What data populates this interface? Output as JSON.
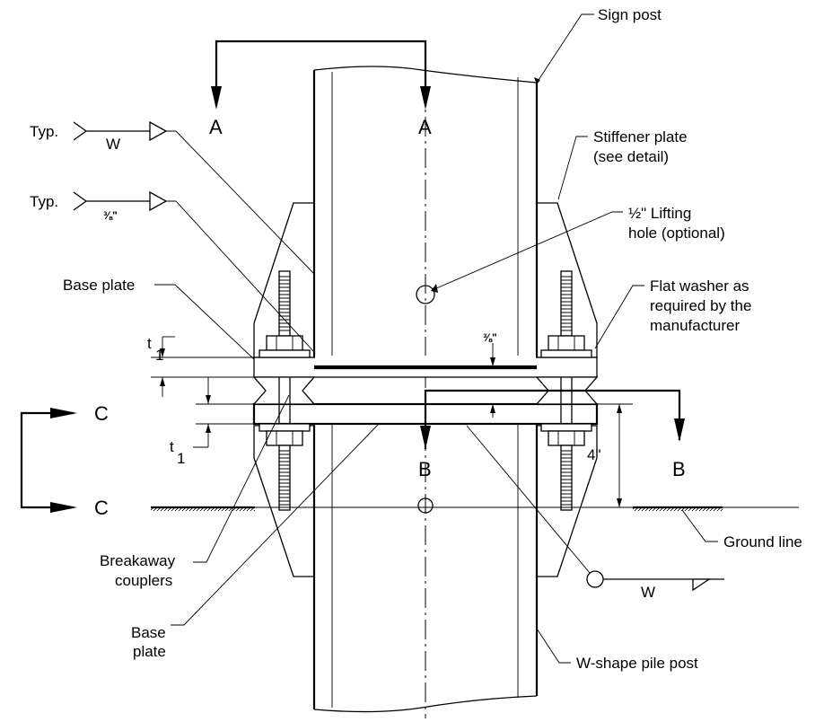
{
  "labels": {
    "sign_post": "Sign post",
    "stiffener_1": "Stiffener plate",
    "stiffener_2": "(see detail)",
    "lifting_1": "½\" Lifting",
    "lifting_2": "hole (optional)",
    "washer_1": "Flat washer as",
    "washer_2": "required by the",
    "washer_3": "manufacturer",
    "base_plate_top": "Base plate",
    "breakaway_1": "Breakaway",
    "breakaway_2": "couplers",
    "base_plate_bot_1": "Base",
    "base_plate_bot_2": "plate",
    "ground_line": "Ground line",
    "pile_post": "W-shape pile post"
  },
  "welds": {
    "typ_1": "Typ.",
    "typ_2": "Typ.",
    "w_top": "W",
    "w_bottom": "W",
    "size_38_weld": "⅜\""
  },
  "sections": {
    "a_left": "A",
    "a_right": "A",
    "b_left": "B",
    "b_right": "B",
    "c_top": "C",
    "c_bottom": "C"
  },
  "dimensions": {
    "t1_top": "t",
    "t1_top_sub": "1",
    "t1_bot": "t",
    "t1_bot_sub": "1",
    "gap_38": "⅜\"",
    "four_in": "4\""
  }
}
